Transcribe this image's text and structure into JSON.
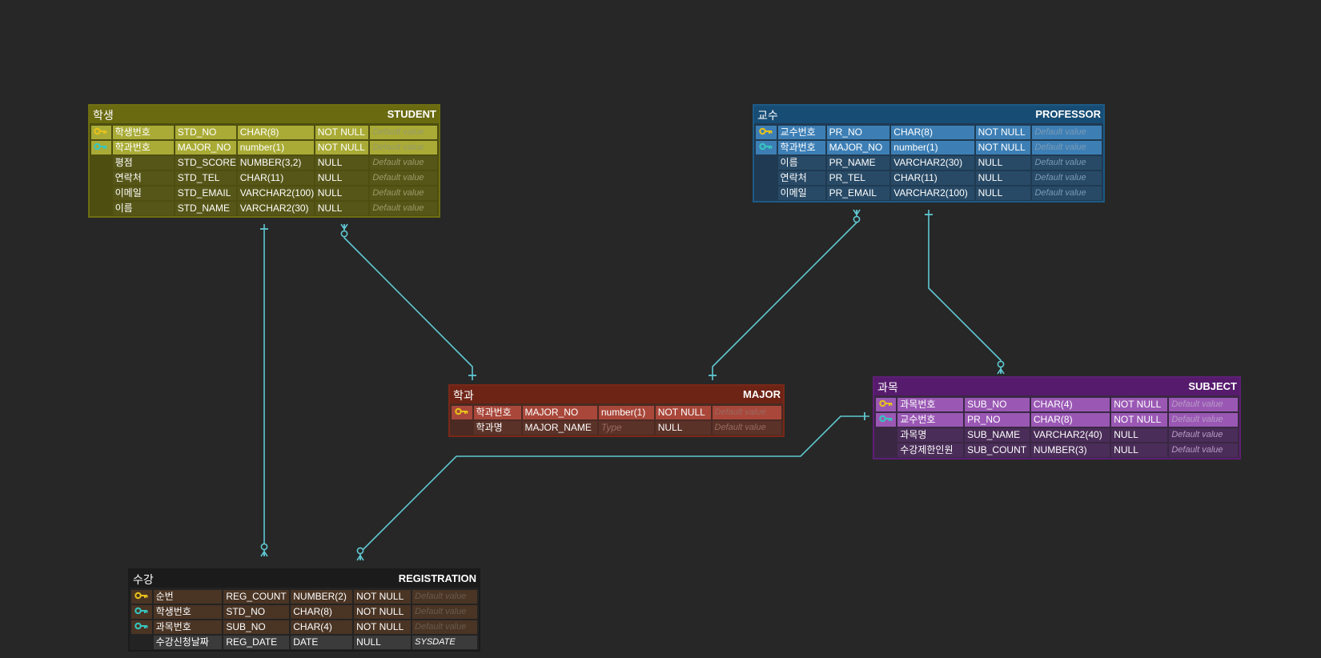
{
  "relationships": [
    {
      "from": "STUDENT",
      "to": "REGISTRATION",
      "start": "one",
      "end": "zero-or-many"
    },
    {
      "from": "STUDENT",
      "to": "MAJOR",
      "start": "zero-or-many",
      "end": "one"
    },
    {
      "from": "PROFESSOR",
      "to": "MAJOR",
      "start": "zero-or-many",
      "end": "one"
    },
    {
      "from": "PROFESSOR",
      "to": "SUBJECT",
      "start": "one",
      "end": "zero-or-many"
    },
    {
      "from": "SUBJECT",
      "to": "REGISTRATION",
      "start": "one",
      "end": "zero-or-many"
    }
  ],
  "tables": [
    {
      "id": "student",
      "logical_name": "학생",
      "physical_name": "STUDENT",
      "theme": {
        "border": "#6e6e12",
        "header": "#6a6a10",
        "body": "#4e4e10",
        "keyRow": "#a9ab36",
        "row": "#565618",
        "text": "#ffffff",
        "placeholder": "#9a9a6a"
      },
      "columns": [
        {
          "key": "pk",
          "logical": "학생번호",
          "physical": "STD_NO",
          "type": "CHAR(8)",
          "nullable": "NOT NULL",
          "default": "Default value",
          "default_is_placeholder": true
        },
        {
          "key": "fk",
          "logical": "학과번호",
          "physical": "MAJOR_NO",
          "type": "number(1)",
          "nullable": "NOT NULL",
          "default": "Default value",
          "default_is_placeholder": true
        },
        {
          "key": "",
          "logical": "평점",
          "physical": "STD_SCORE",
          "type": "NUMBER(3,2)",
          "nullable": "NULL",
          "default": "Default value",
          "default_is_placeholder": true
        },
        {
          "key": "",
          "logical": "연락처",
          "physical": "STD_TEL",
          "type": "CHAR(11)",
          "nullable": "NULL",
          "default": "Default value",
          "default_is_placeholder": true
        },
        {
          "key": "",
          "logical": "이메일",
          "physical": "STD_EMAIL",
          "type": "VARCHAR2(100)",
          "nullable": "NULL",
          "default": "Default value",
          "default_is_placeholder": true
        },
        {
          "key": "",
          "logical": "이름",
          "physical": "STD_NAME",
          "type": "VARCHAR2(30)",
          "nullable": "NULL",
          "default": "Default value",
          "default_is_placeholder": true
        }
      ]
    },
    {
      "id": "professor",
      "logical_name": "교수",
      "physical_name": "PROFESSOR",
      "theme": {
        "border": "#1d5a86",
        "header": "#174d75",
        "body": "#1f3a52",
        "keyRow": "#3d7fb5",
        "row": "#284a66",
        "text": "#ffffff",
        "placeholder": "#7a9ab6"
      },
      "columns": [
        {
          "key": "pk",
          "logical": "교수번호",
          "physical": "PR_NO",
          "type": "CHAR(8)",
          "nullable": "NOT NULL",
          "default": "Default value",
          "default_is_placeholder": true
        },
        {
          "key": "fk",
          "logical": "학과번호",
          "physical": "MAJOR_NO",
          "type": "number(1)",
          "nullable": "NOT NULL",
          "default": "Default value",
          "default_is_placeholder": true
        },
        {
          "key": "",
          "logical": "이름",
          "physical": "PR_NAME",
          "type": "VARCHAR2(30)",
          "nullable": "NULL",
          "default": "Default value",
          "default_is_placeholder": true
        },
        {
          "key": "",
          "logical": "연락처",
          "physical": "PR_TEL",
          "type": "CHAR(11)",
          "nullable": "NULL",
          "default": "Default value",
          "default_is_placeholder": true
        },
        {
          "key": "",
          "logical": "이메일",
          "physical": "PR_EMAIL",
          "type": "VARCHAR2(100)",
          "nullable": "NULL",
          "default": "Default value",
          "default_is_placeholder": true
        }
      ]
    },
    {
      "id": "major",
      "logical_name": "학과",
      "physical_name": "MAJOR",
      "theme": {
        "border": "#7a2818",
        "header": "#6e2415",
        "body": "#4a2a22",
        "keyRow": "#a8473a",
        "row": "#5a3228",
        "text": "#ffffff",
        "placeholder": "#9a6a60"
      },
      "columns": [
        {
          "key": "pk",
          "logical": "학과번호",
          "physical": "MAJOR_NO",
          "type": "number(1)",
          "nullable": "NOT NULL",
          "default": "Default value",
          "default_is_placeholder": true
        },
        {
          "key": "",
          "logical": "학과명",
          "physical": "MAJOR_NAME",
          "type": "Type",
          "type_is_placeholder": true,
          "nullable": "NULL",
          "default": "Default value",
          "default_is_placeholder": true
        }
      ]
    },
    {
      "id": "subject",
      "logical_name": "과목",
      "physical_name": "SUBJECT",
      "theme": {
        "border": "#5e1f76",
        "header": "#561b6c",
        "body": "#3a2744",
        "keyRow": "#9a58b4",
        "row": "#4a2d58",
        "text": "#ffffff",
        "placeholder": "#b89ac6"
      },
      "columns": [
        {
          "key": "pk",
          "logical": "과목번호",
          "physical": "SUB_NO",
          "type": "CHAR(4)",
          "nullable": "NOT NULL",
          "default": "Default value",
          "default_is_placeholder": true
        },
        {
          "key": "fk",
          "logical": "교수번호",
          "physical": "PR_NO",
          "type": "CHAR(8)",
          "nullable": "NOT NULL",
          "default": "Default value",
          "default_is_placeholder": true
        },
        {
          "key": "",
          "logical": "과목명",
          "physical": "SUB_NAME",
          "type": "VARCHAR2(40)",
          "nullable": "NULL",
          "default": "Default value",
          "default_is_placeholder": true
        },
        {
          "key": "",
          "logical": "수강제한인원",
          "physical": "SUB_COUNT",
          "type": "NUMBER(3)",
          "nullable": "NULL",
          "default": "Default value",
          "default_is_placeholder": true
        }
      ]
    },
    {
      "id": "registration",
      "logical_name": "수강",
      "physical_name": "REGISTRATION",
      "theme": {
        "border": "#1b1b1b",
        "header": "#1b1b1b",
        "body": "#232323",
        "keyRow": "#4a3424",
        "row": "#3b3b3b",
        "text": "#ffffff",
        "placeholder": "#6a5a4c"
      },
      "columns": [
        {
          "key": "pk",
          "logical": "순번",
          "physical": "REG_COUNT",
          "type": "NUMBER(2)",
          "nullable": "NOT NULL",
          "default": "Default value",
          "default_is_placeholder": true
        },
        {
          "key": "fk",
          "logical": "학생번호",
          "physical": "STD_NO",
          "type": "CHAR(8)",
          "nullable": "NOT NULL",
          "default": "Default value",
          "default_is_placeholder": true
        },
        {
          "key": "fk",
          "logical": "과목번호",
          "physical": "SUB_NO",
          "type": "CHAR(4)",
          "nullable": "NOT NULL",
          "default": "Default value",
          "default_is_placeholder": true
        },
        {
          "key": "",
          "logical": "수강신청날짜",
          "physical": "REG_DATE",
          "type": "DATE",
          "nullable": "NULL",
          "default": "SYSDATE",
          "default_is_placeholder": false
        }
      ]
    }
  ],
  "colors": {
    "canvas": "#272727",
    "relationship_line": "#5fc8d2",
    "pk_key": "#e8c21a",
    "fk_key": "#37c6c0"
  },
  "icons": {
    "pk": "key-icon",
    "fk": "key-icon"
  }
}
